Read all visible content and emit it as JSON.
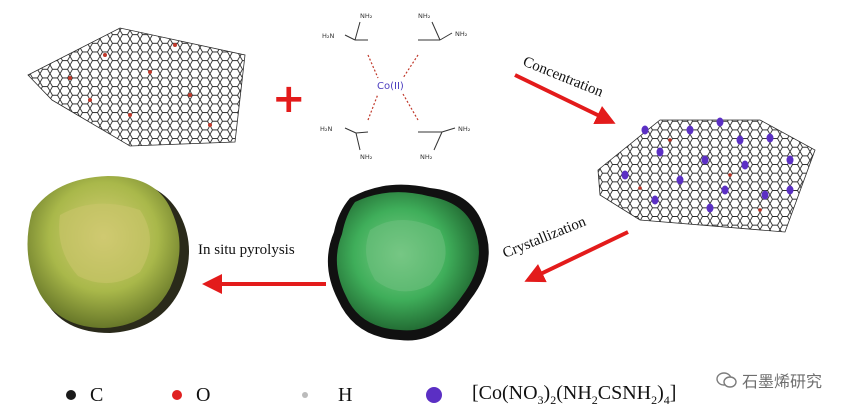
{
  "labels": {
    "concentration": "Concentration",
    "crystallization": "Crystallization",
    "pyrolysis": "In situ pyrolysis",
    "plus": "+",
    "center_metal": "Co(II)",
    "nh2": "NH₂",
    "h2n": "H₂N"
  },
  "legend": {
    "carbon": {
      "label": "C",
      "color": "#1a1a1a"
    },
    "oxygen": {
      "label": "O",
      "color": "#e02020"
    },
    "hydrogen": {
      "label": "H",
      "color": "#cccccc"
    },
    "complex": {
      "color": "#5b2fc4",
      "parts": [
        "[Co(NO",
        "3",
        ")",
        "2",
        "(NH",
        "2",
        "CSNH",
        "2",
        ")",
        "4",
        "]"
      ]
    }
  },
  "watermark": {
    "text": "石墨烯研究"
  },
  "colors": {
    "arrow": "#e31b1b",
    "graphene_line": "#2b2b2b",
    "oxygen_site": "#c0392b",
    "green_particle": "#3fae5a",
    "yellow_particle": "#a9b84a",
    "dot_purple": "#5b2fc4"
  }
}
